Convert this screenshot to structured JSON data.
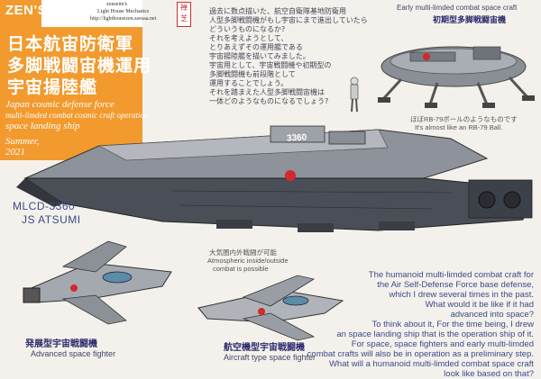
{
  "header": {
    "brand": "ZEN'S",
    "credit_1": "zenseim's",
    "credit_2": "Light House Mechanics",
    "credit_3": "http://lighthousezen.seesaa.net",
    "seal": "禅 芝"
  },
  "title_jp": [
    "日本航宙防衛軍",
    "多脚戦闘宙機運用",
    "宇宙揚陸艦"
  ],
  "title_en": [
    "Japan cosmic defense force",
    "multi-limded combat cosmic craft operation",
    "space landing ship"
  ],
  "season": [
    "Summer,",
    "2021"
  ],
  "intro_jp": [
    "過去に数点描いた、航空自衛隊基地防衛用",
    "人型多脚戦闘機がもし宇宙にまで進出していたら",
    "どういうものになるか?",
    "それを考えようとして、",
    "とりあえずその運用艦である",
    "宇宙揚陸艦を描いてみました。",
    "宇宙用として、宇宙戦闘機や初期型の",
    "多脚戦闘機も前段階として",
    "運用することでしょう。",
    "それを踏まえた人型多脚戦闘宙機は",
    "一体どのようなものになるでしょう?"
  ],
  "early": {
    "label_en": "Early multi-limded combat space craft",
    "label_jp": "初期型多脚戦闘宙機",
    "note_jp": "ほぼRB-79ボールのようなものです",
    "note_en": "It's almost like an RB-79 Ball."
  },
  "ship": {
    "hull_number": "3360",
    "model": "MLCD-3360",
    "name": "JS ATSUMI"
  },
  "fighter_adv": {
    "label_jp": "発展型宇宙戦闘機",
    "label_en": "Advanced space fighter"
  },
  "fighter_air": {
    "label_jp": "航空機型宇宙戦闘機",
    "label_en": "Aircraft type space fighter",
    "note_jp": "大気圏内外戦闘が可能",
    "note_en_1": "Atmospheric inside/outside",
    "note_en_2": "combat is possible"
  },
  "closing_en": [
    "The humanoid multi-limded combat craft for",
    "the Air Self-Defense Force base defense,",
    "which I drew several times in the past.",
    "What would it be like if it had",
    "advanced into space?",
    "To think about it, For the time being, I drew",
    "an space landing ship that is the operation ship of it.",
    "For space, space fighters and early multi-limded",
    "combat crafts will also be in operation as a preliminary step.",
    "What will a humanoid multi-limded combat space craft",
    "look like based on that?"
  ],
  "colors": {
    "accent_orange": "#f29a2e",
    "text_blue": "#3a4a8a",
    "hull_dark": "#3c4048",
    "hull_mid": "#6a6f78",
    "insignia_red": "#d22a2a"
  }
}
